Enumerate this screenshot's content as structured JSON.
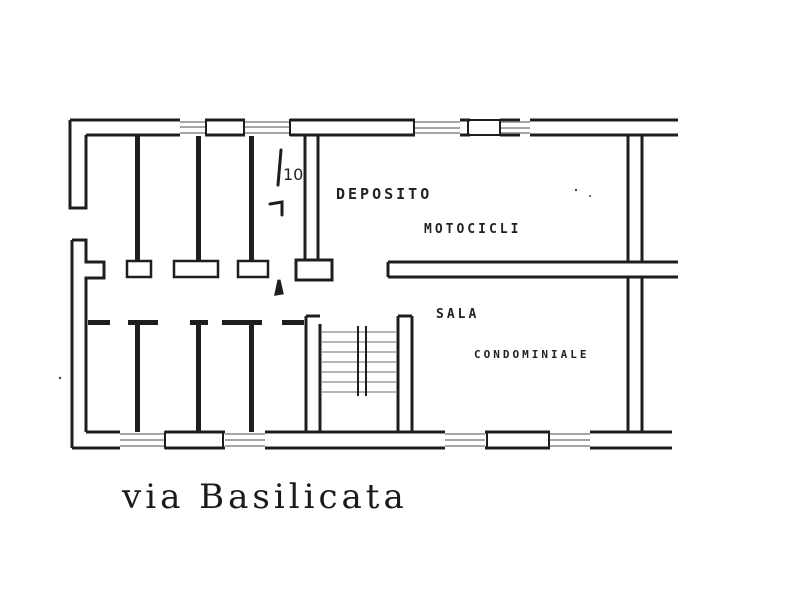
{
  "plan": {
    "rooms": {
      "deposito": {
        "line1": "DEPOSITO",
        "line2": "MOTOCICLI"
      },
      "sala": {
        "line1": "SALA",
        "line2": "CONDOMINIALE"
      }
    },
    "street": "via Basilicata",
    "annotation": "10"
  },
  "colors": {
    "wall": "#1e1e1e",
    "window": "#8a8a8a",
    "paper": "#ffffff"
  }
}
